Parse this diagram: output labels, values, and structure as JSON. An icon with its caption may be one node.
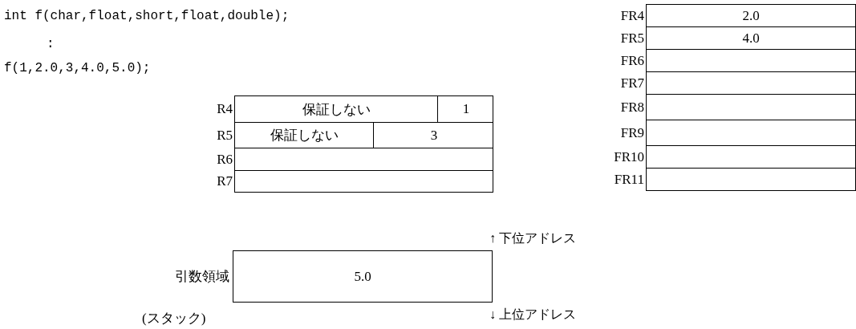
{
  "diagram": {
    "nodes": [
      {
        "text": [],
        "shape": "box",
        "beside": [
          "R4"
        ]
      },
      {
        "text": [
          "保証しない"
        ],
        "in": 0
      },
      {
        "text": [
          "1"
        ],
        "in": 0
      },
      {
        "text": [],
        "shape": "box",
        "beside": [
          "R5"
        ]
      },
      {
        "text": [
          "保証しない"
        ],
        "in": 3
      },
      {
        "text": [
          "3"
        ],
        "in": 3
      },
      {
        "text": [],
        "shape": "box",
        "beside": [
          "R6"
        ]
      },
      {
        "text": [],
        "shape": "box",
        "beside": [
          "R7"
        ]
      },
      {
        "text": [
          "2.0"
        ],
        "beside": [
          "FR4"
        ]
      },
      {
        "text": [
          "4.0"
        ],
        "beside": [
          "FR5"
        ]
      },
      {
        "text": [],
        "shape": "box",
        "beside": [
          "FR6"
        ]
      },
      {
        "text": [],
        "shape": "box",
        "beside": [
          "FR7"
        ]
      },
      {
        "text": [],
        "shape": "box",
        "beside": [
          "FR8"
        ]
      },
      {
        "text": [],
        "shape": "box",
        "beside": [
          "FR9"
        ]
      },
      {
        "text": [],
        "shape": "box",
        "beside": [
          "FR10"
        ]
      },
      {
        "text": [],
        "shape": "box",
        "beside": [
          "FR11"
        ]
      },
      {
        "text": [
          "5.0"
        ],
        "beside": [
          "引数領域",
          "(スタック)"
        ]
      }
    ],
    "labels": [
      "int f(char,float,short,float,double);",
      ":",
      "f(1,2.0,3,4.0,5.0);",
      "↑ 下位アドレス",
      "↓ 上位アドレス"
    ]
  }
}
